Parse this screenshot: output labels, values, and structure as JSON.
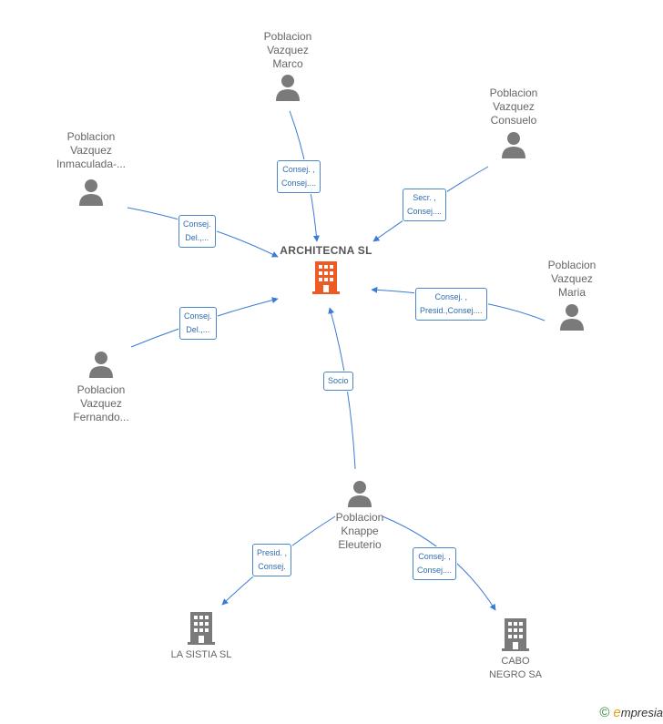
{
  "main": {
    "name": "ARCHITECNA SL",
    "color": "#ee5a24"
  },
  "people": {
    "marco": {
      "lines": [
        "Poblacion",
        "Vazquez",
        "Marco"
      ]
    },
    "consuelo": {
      "lines": [
        "Poblacion",
        "Vazquez",
        "Consuelo"
      ]
    },
    "inmaculada": {
      "lines": [
        "Poblacion",
        "Vazquez",
        "Inmaculada-..."
      ]
    },
    "maria": {
      "lines": [
        "Poblacion",
        "Vazquez",
        "Maria"
      ]
    },
    "fernando": {
      "lines": [
        "Poblacion",
        "Vazquez",
        "Fernando..."
      ]
    },
    "eleuterio": {
      "lines": [
        "Poblacion",
        "Knappe",
        "Eleuterio"
      ]
    }
  },
  "companies": {
    "sistia": {
      "lines": [
        "LA SISTIA SL"
      ]
    },
    "cabo": {
      "lines": [
        "CABO",
        "NEGRO SA"
      ]
    }
  },
  "relations": {
    "marco": [
      "Consej. ,",
      "Consej...."
    ],
    "consuelo": [
      "Secr. ,",
      "Consej...."
    ],
    "inmaculada": [
      "Consej.",
      "Del.,..."
    ],
    "maria": [
      "Consej. ,",
      "Presid.,Consej...."
    ],
    "fernando": [
      "Consej.",
      "Del.,..."
    ],
    "eleuterio": [
      "Socio"
    ],
    "sistia": [
      "Presid. ,",
      "Consej."
    ],
    "cabo": [
      "Consej. ,",
      "Consej...."
    ]
  },
  "colors": {
    "edge": "#3a7bd5",
    "icon": "#7a7a7a"
  },
  "footer": {
    "copyright": "©",
    "brand_initial": "e",
    "brand_rest": "mpresia"
  }
}
